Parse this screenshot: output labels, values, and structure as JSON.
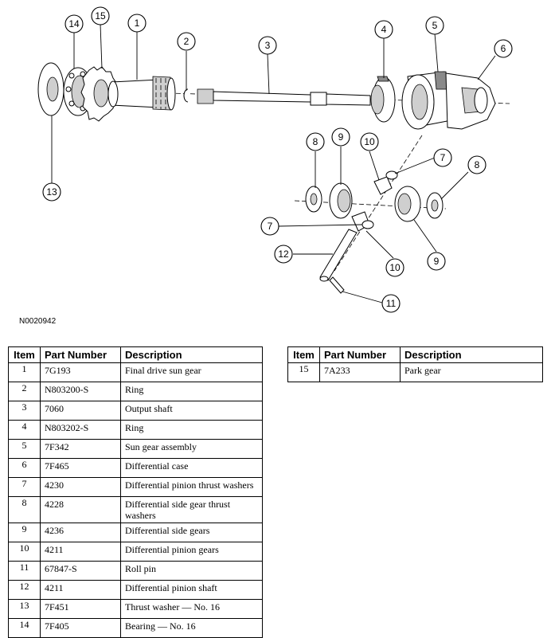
{
  "diagram": {
    "figure_id": "N0020942",
    "callouts": [
      "1",
      "2",
      "3",
      "4",
      "5",
      "6",
      "7",
      "8",
      "9",
      "10",
      "11",
      "12",
      "13",
      "14",
      "15"
    ]
  },
  "parts_table_left": {
    "headers": [
      "Item",
      "Part Number",
      "Description"
    ],
    "rows": [
      {
        "item": "1",
        "part_number": "7G193",
        "description": "Final drive sun gear"
      },
      {
        "item": "2",
        "part_number": "N803200-S",
        "description": "Ring"
      },
      {
        "item": "3",
        "part_number": "7060",
        "description": "Output shaft"
      },
      {
        "item": "4",
        "part_number": "N803202-S",
        "description": "Ring"
      },
      {
        "item": "5",
        "part_number": "7F342",
        "description": "Sun gear assembly"
      },
      {
        "item": "6",
        "part_number": "7F465",
        "description": "Differential case"
      },
      {
        "item": "7",
        "part_number": "4230",
        "description": "Differential pinion thrust washers"
      },
      {
        "item": "8",
        "part_number": "4228",
        "description": "Differential side gear thrust washers"
      },
      {
        "item": "9",
        "part_number": "4236",
        "description": "Differential side gears"
      },
      {
        "item": "10",
        "part_number": "4211",
        "description": "Differential pinion gears"
      },
      {
        "item": "11",
        "part_number": "67847-S",
        "description": "Roll pin"
      },
      {
        "item": "12",
        "part_number": "4211",
        "description": "Differential pinion shaft"
      },
      {
        "item": "13",
        "part_number": "7F451",
        "description": "Thrust washer — No. 16"
      },
      {
        "item": "14",
        "part_number": "7F405",
        "description": "Bearing — No. 16"
      }
    ]
  },
  "parts_table_right": {
    "headers": [
      "Item",
      "Part Number",
      "Description"
    ],
    "rows": [
      {
        "item": "15",
        "part_number": "7A233",
        "description": "Park gear"
      }
    ]
  }
}
